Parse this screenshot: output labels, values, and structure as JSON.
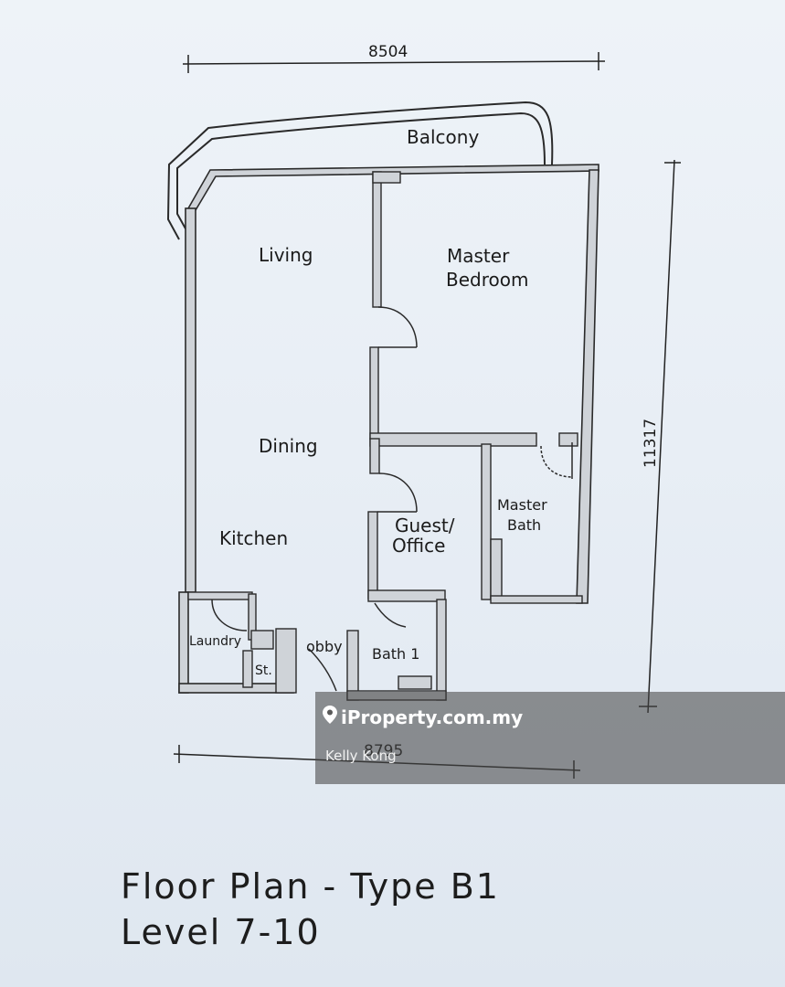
{
  "plan": {
    "dimensions": {
      "top_width": "8504",
      "bottom_width": "8795",
      "right_height": "11317"
    },
    "rooms": {
      "balcony": "Balcony",
      "living": "Living",
      "master_bedroom_line1": "Master",
      "master_bedroom_line2": "Bedroom",
      "dining": "Dining",
      "kitchen": "Kitchen",
      "guest_office_line1": "Guest/",
      "guest_office_line2": "Office",
      "master_bath_line1": "Master",
      "master_bath_line2": "Bath",
      "laundry": "Laundry",
      "store": "St.",
      "lobby": "obby",
      "bath1": "Bath 1"
    }
  },
  "caption": {
    "line1": "Floor Plan  -  Type B1",
    "line2": "Level 7-10"
  },
  "watermark": {
    "brand": "iProperty.com.my",
    "agent": "Kelly Kong",
    "icon": "map-pin-icon"
  }
}
